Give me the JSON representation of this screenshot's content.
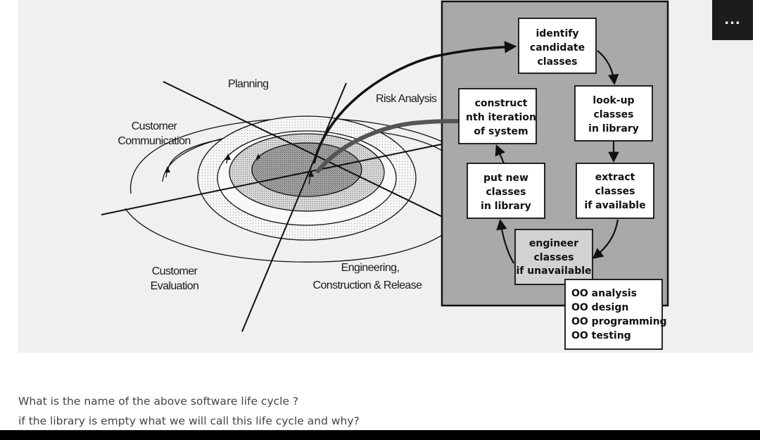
{
  "diagram": {
    "spiral_labels": {
      "planning": "Planning",
      "risk_analysis": "Risk Analysis",
      "customer_communication": [
        "Customer",
        "Communication"
      ],
      "customer_evaluation": [
        "Customer",
        "Evaluation"
      ],
      "engineering": [
        "Engineering,",
        "Construction & Release"
      ]
    },
    "boxes": {
      "identify": [
        "identify",
        "candidate",
        "classes"
      ],
      "lookup": [
        "look-up",
        "classes",
        "in library"
      ],
      "extract": [
        "extract",
        "classes",
        "if available"
      ],
      "engineer": [
        "engineer",
        "classes",
        "if unavailable"
      ],
      "put_new": [
        "put new",
        "classes",
        "in library"
      ],
      "construct": [
        "construct",
        "nth iteration",
        "of system"
      ],
      "oo_activities": [
        "OO analysis",
        "OO design",
        "OO programming",
        "OO testing"
      ]
    },
    "colors": {
      "panel_background": "#f0f0f0",
      "process_background": "#a9a9a9",
      "box_background": "#ffffff",
      "arrow": "#111111",
      "entry_arrow": "#555555"
    }
  },
  "more_button": {
    "label": "...",
    "icon": "more-dots-icon"
  },
  "question": {
    "line1": "What is the name of the above software life cycle ?",
    "line2": "if the library is empty what we will call this life cycle and why?"
  }
}
